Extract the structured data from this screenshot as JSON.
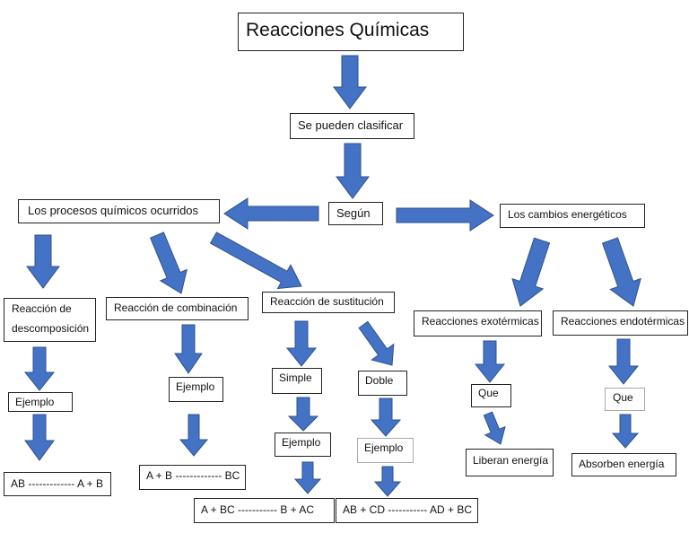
{
  "title": "Reacciones Químicas",
  "classify": "Se pueden clasificar",
  "segun": "Según",
  "processes": "Los procesos químicos ocurridos",
  "energy_changes": "Los cambios energéticos",
  "decomposition": {
    "label": "Reacción de descomposición",
    "example": "Ejemplo",
    "formula": "AB ------------- A + B"
  },
  "combination": {
    "label": "Reacción de combinación",
    "example": "Ejemplo",
    "formula": "A + B ------------- BC"
  },
  "substitution": {
    "label": "Reacción de sustitución",
    "simple": {
      "label": "Simple",
      "example": "Ejemplo",
      "formula": "A + BC  ----------- B  +  AC"
    },
    "double": {
      "label": "Doble",
      "example": "Ejemplo",
      "formula": "AB + CD ----------- AD + BC"
    }
  },
  "exothermic": {
    "label": "Reacciones exotérmicas",
    "que": "Que",
    "result": "Liberan energía"
  },
  "endothermic": {
    "label": "Reacciones endotérmicas",
    "que": "Que",
    "result": "Absorben energía"
  },
  "colors": {
    "arrow_fill": "#4472C4",
    "arrow_stroke": "#2F528F"
  }
}
